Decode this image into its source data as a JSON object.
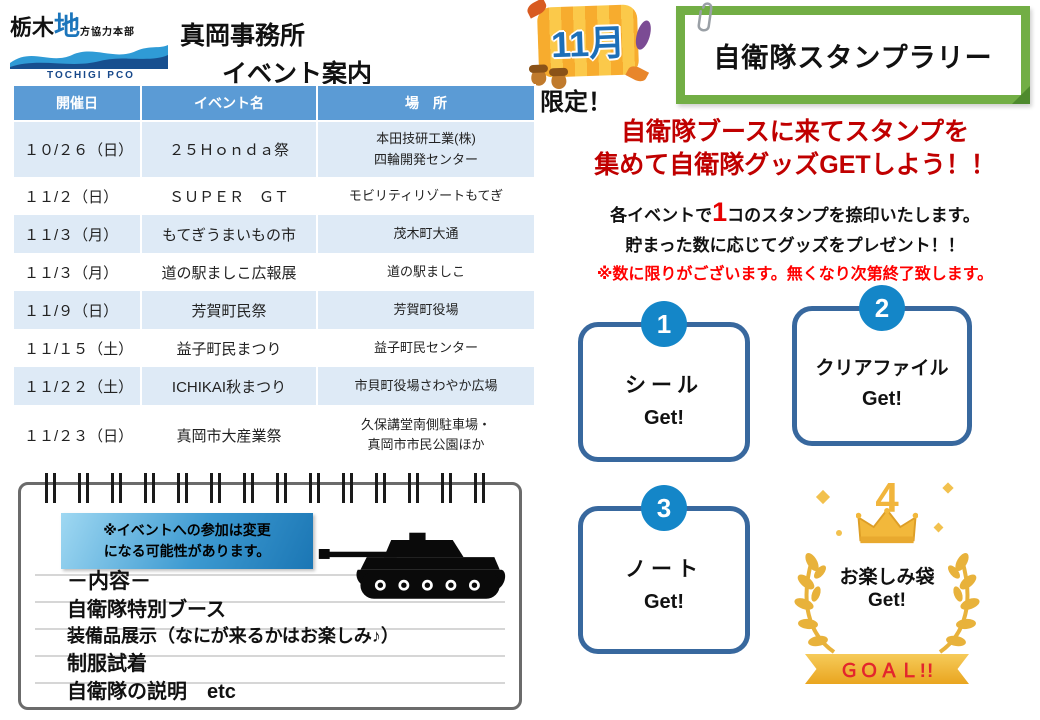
{
  "colors": {
    "table_header_blue": "#5B9BD5",
    "row_alt_blue": "#DEEAF6",
    "sticky_green": "#72AE45",
    "badge_orange": "#F7AC2E",
    "accent_red": "#C00000",
    "stamp_border_blue": "#38689E",
    "stamp_circle_blue": "#1486C8",
    "goal_gold": "#F1B53C"
  },
  "logo": {
    "name_kanji": "栃木",
    "name_chi": "地",
    "name_rest": "方協力本部",
    "name_en": "TOCHIGI PCO"
  },
  "title": {
    "line1": "真岡事務所",
    "line2": "イベント案内"
  },
  "month_badge": {
    "month": "11月",
    "limited": "限定！"
  },
  "sticky": {
    "title": "自衛隊スタンプラリー"
  },
  "events_table": {
    "headers": [
      "開催日",
      "イベント名",
      "場　所"
    ],
    "rows": [
      {
        "date": "１０/２６（日）",
        "name": "２５Ｈｏｎｄａ祭",
        "place": "本田技研工業(株)\n四輪開発センター"
      },
      {
        "date": "１１/２（日）",
        "name": "ＳＵＰＥＲ　ＧＴ",
        "place": "モビリティリゾートもてぎ"
      },
      {
        "date": "１１/３（月）",
        "name": "もてぎうまいもの市",
        "place": "茂木町大通"
      },
      {
        "date": "１１/３（月）",
        "name": "道の駅ましこ広報展",
        "place": "道の駅ましこ"
      },
      {
        "date": "１１/９（日）",
        "name": "芳賀町民祭",
        "place": "芳賀町役場"
      },
      {
        "date": "１１/１５（土）",
        "name": "益子町民まつり",
        "place": "益子町民センター"
      },
      {
        "date": "１１/２２（土）",
        "name": "ICHIKAI秋まつり",
        "place": "市貝町役場さわやか広場"
      },
      {
        "date": "１１/２３（日）",
        "name": "真岡市大産業祭",
        "place": "久保講堂南側駐車場・\n真岡市市民公園ほか"
      }
    ]
  },
  "promo": {
    "headline_line1": "自衛隊ブースに来てスタンプを",
    "headline_line2": "集めて自衛隊グッズGETしよう！！",
    "sub_prefix": "各イベントで",
    "sub_count": "1",
    "sub_suffix": "コのスタンプを捺印いたします。",
    "sub_line2": "貯まった数に応じてグッズをプレゼント！！",
    "stock_note": "※数に限りがございます。無くなり次第終了致します。"
  },
  "stamps": [
    {
      "number": "1",
      "label": "シール",
      "get": "Get!"
    },
    {
      "number": "2",
      "label": "クリアファイル",
      "get": "Get!"
    },
    {
      "number": "3",
      "label": "ノート",
      "get": "Get!"
    },
    {
      "number": "4",
      "label": "お楽しみ袋",
      "get": "Get!",
      "goal": "ＧＯＡＬ!!"
    }
  ],
  "notebook": {
    "warning": "※イベントへの参加は変更\nになる可能性があります。",
    "content_title": "－内容－",
    "items": [
      "自衛隊特別ブース",
      "装備品展示（なにが来るかはお楽しみ♪）",
      "制服試着",
      "自衛隊の説明　etc"
    ]
  }
}
